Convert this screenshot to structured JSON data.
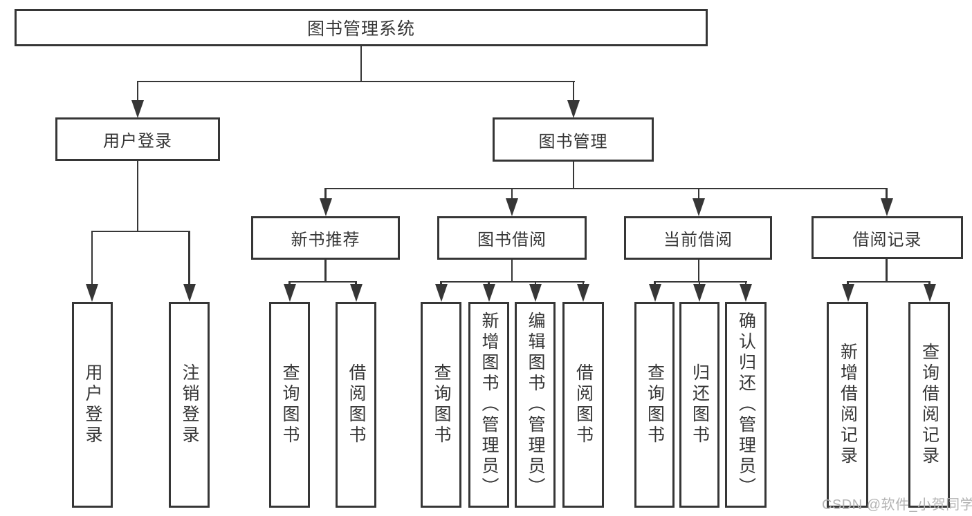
{
  "colors": {
    "line": "#363636",
    "text": "#363636",
    "background": "#ffffff",
    "watermark": "#b3b3b3"
  },
  "tree": {
    "root": "图书管理系统",
    "login": {
      "label": "用户登录",
      "children": [
        "用户登录",
        "注销登录"
      ]
    },
    "manage": {
      "label": "图书管理"
    },
    "groups": [
      {
        "label": "新书推荐",
        "children": [
          "查询图书",
          "借阅图书"
        ]
      },
      {
        "label": "图书借阅",
        "children": [
          "查询图书",
          "新增图书（管理员）",
          "编辑图书（管理员）",
          "借阅图书"
        ]
      },
      {
        "label": "当前借阅",
        "children": [
          "查询图书",
          "归还图书",
          "确认归还（管理员）"
        ]
      },
      {
        "label": "借阅记录",
        "children": [
          "新增借阅记录",
          "查询借阅记录"
        ]
      }
    ]
  },
  "watermark": "CSDN @软件_小贺同学"
}
